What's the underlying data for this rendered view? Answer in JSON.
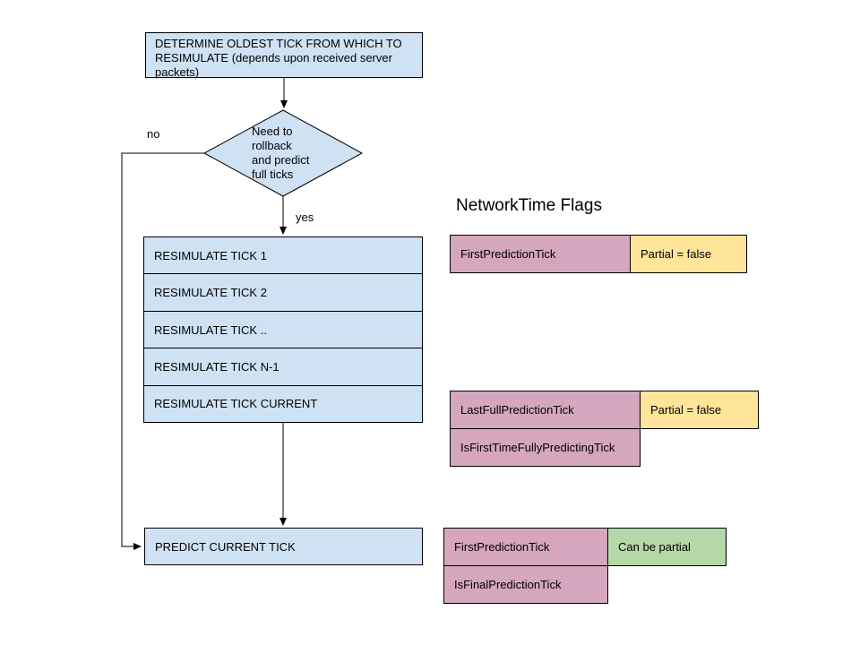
{
  "flow": {
    "start_box_lines": [
      "DETERMINE OLDEST TICK FROM WHICH TO",
      "RESIMULATE (depends upon received server",
      "packets)"
    ],
    "decision_lines": [
      "Need to",
      "rollback",
      "and predict",
      "full ticks"
    ],
    "no_label": "no",
    "yes_label": "yes",
    "steps": [
      "RESIMULATE TICK 1",
      "RESIMULATE TICK 2",
      "RESIMULATE TICK ..",
      "RESIMULATE TICK N-1",
      "RESIMULATE TICK CURRENT"
    ],
    "predict_label": "PREDICT CURRENT TICK"
  },
  "flags": {
    "title": "NetworkTime Flags",
    "group1": {
      "flag": "FirstPredictionTick",
      "note": "Partial = false"
    },
    "group2": {
      "flag1": "LastFullPredictionTick",
      "note": "Partial = false",
      "flag2": "IsFirstTimeFullyPredictingTick"
    },
    "group3": {
      "flag1": "FirstPredictionTick",
      "note": "Can be partial",
      "flag2": "IsFinalPredictionTick"
    }
  },
  "palette": {
    "flow_box_fill": "#cfe2f3",
    "flag_fill": "#d5a6bd",
    "note_yellow_fill": "#ffe599",
    "note_green_fill": "#b6d7a8",
    "line_color": "#000000"
  }
}
